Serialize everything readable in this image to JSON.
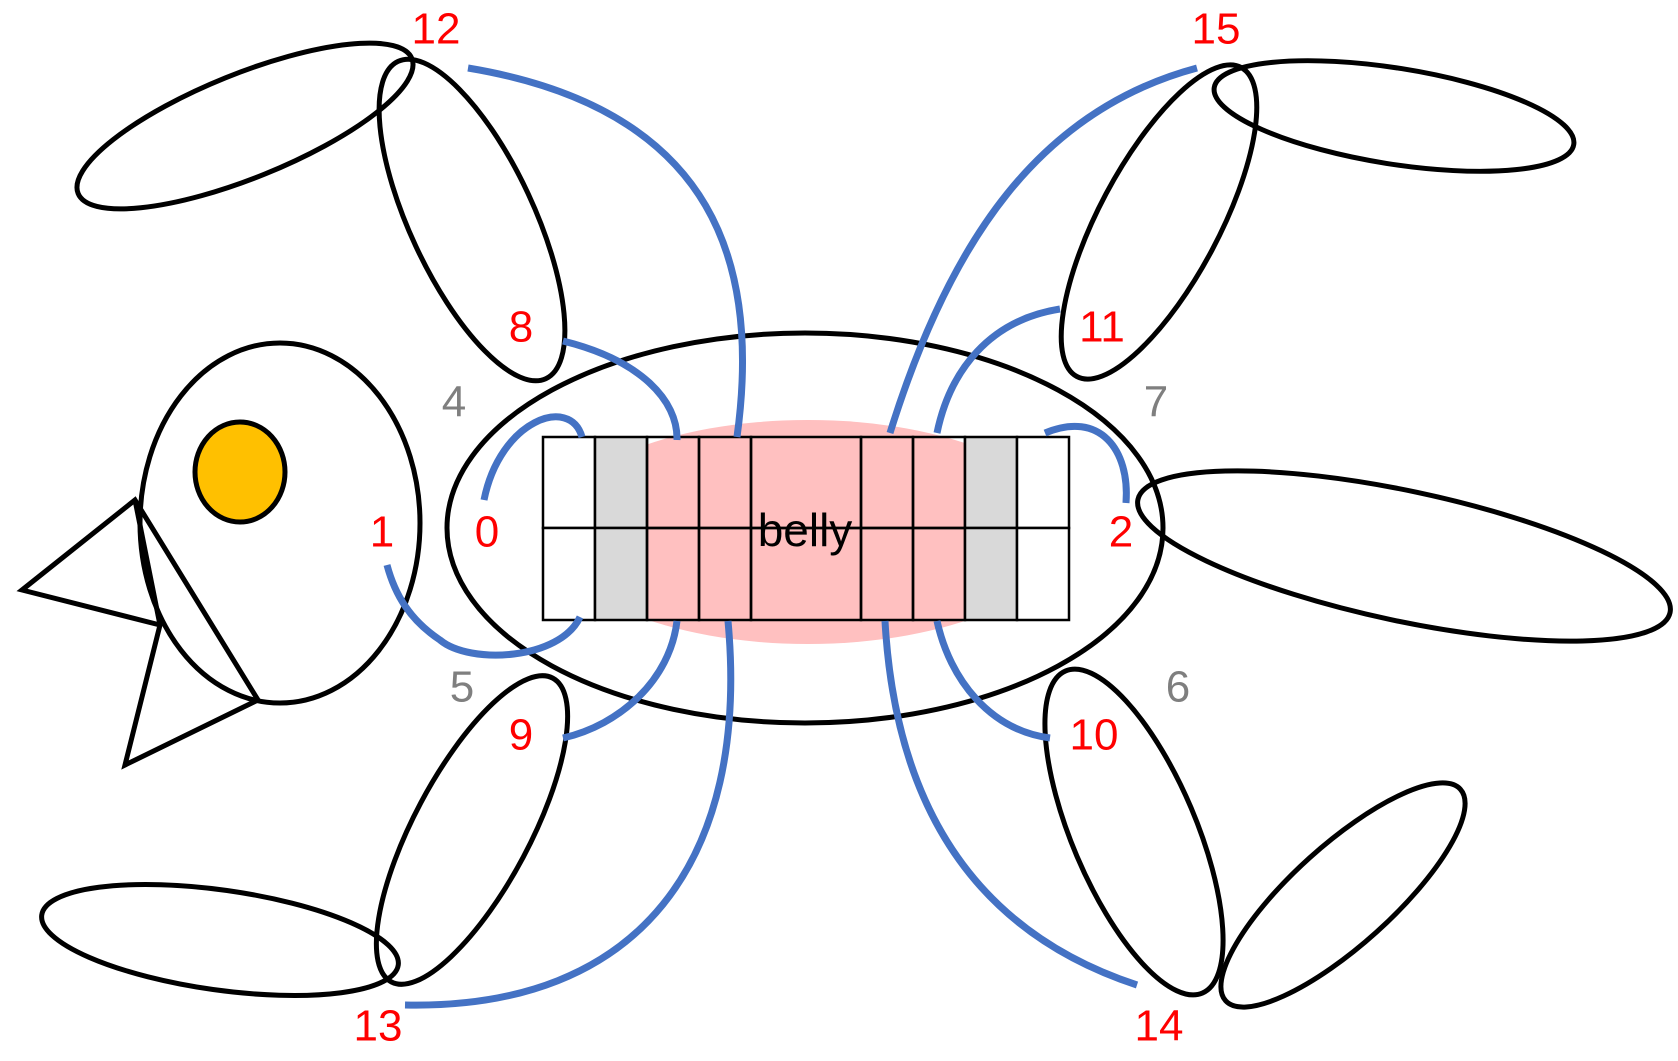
{
  "colors": {
    "outline": "#000000",
    "eye_fill": "#FFC000",
    "belly_fill": "#FFC0C0",
    "grey_cell": "#D9D9D9",
    "wire": "#4472C4",
    "red_label": "#FF0000",
    "grey_label": "#7F7F7F"
  },
  "belly": {
    "label": "belly"
  },
  "labels": {
    "red": [
      "0",
      "1",
      "2",
      "8",
      "9",
      "10",
      "11",
      "12",
      "13",
      "14",
      "15"
    ],
    "grey": [
      "4",
      "5",
      "6",
      "7"
    ]
  }
}
